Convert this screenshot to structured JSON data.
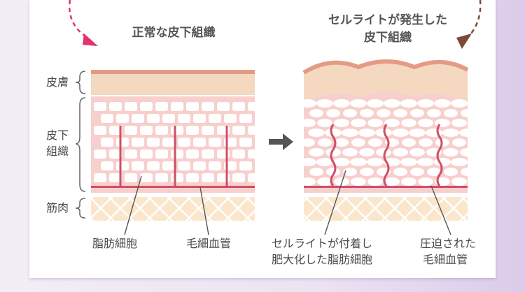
{
  "titles": {
    "normal": "正常な皮下組織",
    "cellulite_line1": "セルライトが発生した",
    "cellulite_line2": "皮下組織"
  },
  "layers": {
    "skin": "皮膚",
    "subcutaneous_line1": "皮下",
    "subcutaneous_line2": "組織",
    "muscle": "筋肉"
  },
  "callouts": {
    "fat_cells": "脂肪細胞",
    "capillaries": "毛細血管",
    "enlarged_cells_line1": "セルライトが付着し",
    "enlarged_cells_line2": "肥大化した脂肪細胞",
    "compressed_line1": "圧迫された",
    "compressed_line2": "毛細血管"
  },
  "colors": {
    "skin": "#f5d8c0",
    "skin_border": "#e49b86",
    "tissue": "#f7cfcc",
    "fat_cell": "#ffffff",
    "vessel": "#cf4f68",
    "muscle": "#fbe6cc",
    "arrow_left": "#e2336f",
    "arrow_right": "#7a4a3a",
    "arrow_center": "#555555"
  }
}
